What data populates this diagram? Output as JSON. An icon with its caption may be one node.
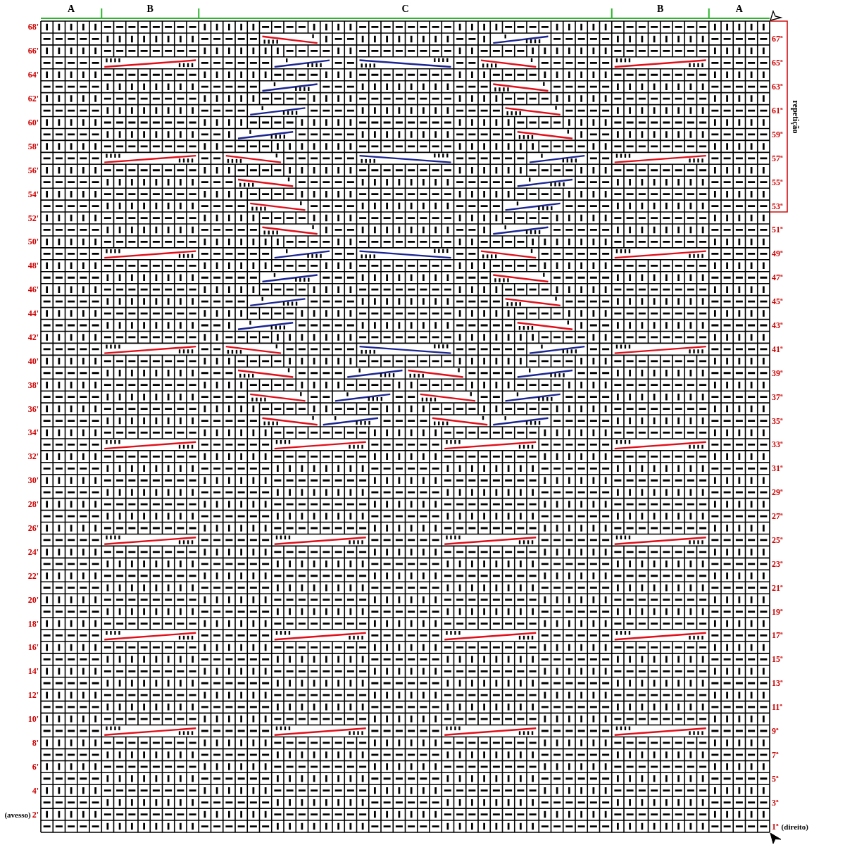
{
  "diagram": {
    "labels": [
      "A",
      "B",
      "C",
      "B",
      "A",
      "68'",
      "66'",
      "64'",
      "62'",
      "60'",
      "58'",
      "56'",
      "54'",
      "52'",
      "50'",
      "48'",
      "46'",
      "44'",
      "42'",
      "40'",
      "38'",
      "36'",
      "34'",
      "32'",
      "30'",
      "28'",
      "26'",
      "24'",
      "22'",
      "20'",
      "18'",
      "16'",
      "14'",
      "12'",
      "10'",
      "8'",
      "6'",
      "4'",
      "(avesso)",
      "2'",
      "67ª",
      "65ª",
      "63ª",
      "61ª",
      "59ª",
      "57ª",
      "55ª",
      "53ª",
      "51ª",
      "49ª",
      "47ª",
      "45ª",
      "43ª",
      "41ª",
      "39ª",
      "37ª",
      "35ª",
      "33ª",
      "31ª",
      "29ª",
      "27ª",
      "25ª",
      "23ª",
      "21ª",
      "19ª",
      "17ª",
      "15ª",
      "13ª",
      "11ª",
      "9ª",
      "7ª",
      "5ª",
      "3ª",
      "1ª",
      "(direito)",
      "repetição"
    ]
  }
}
